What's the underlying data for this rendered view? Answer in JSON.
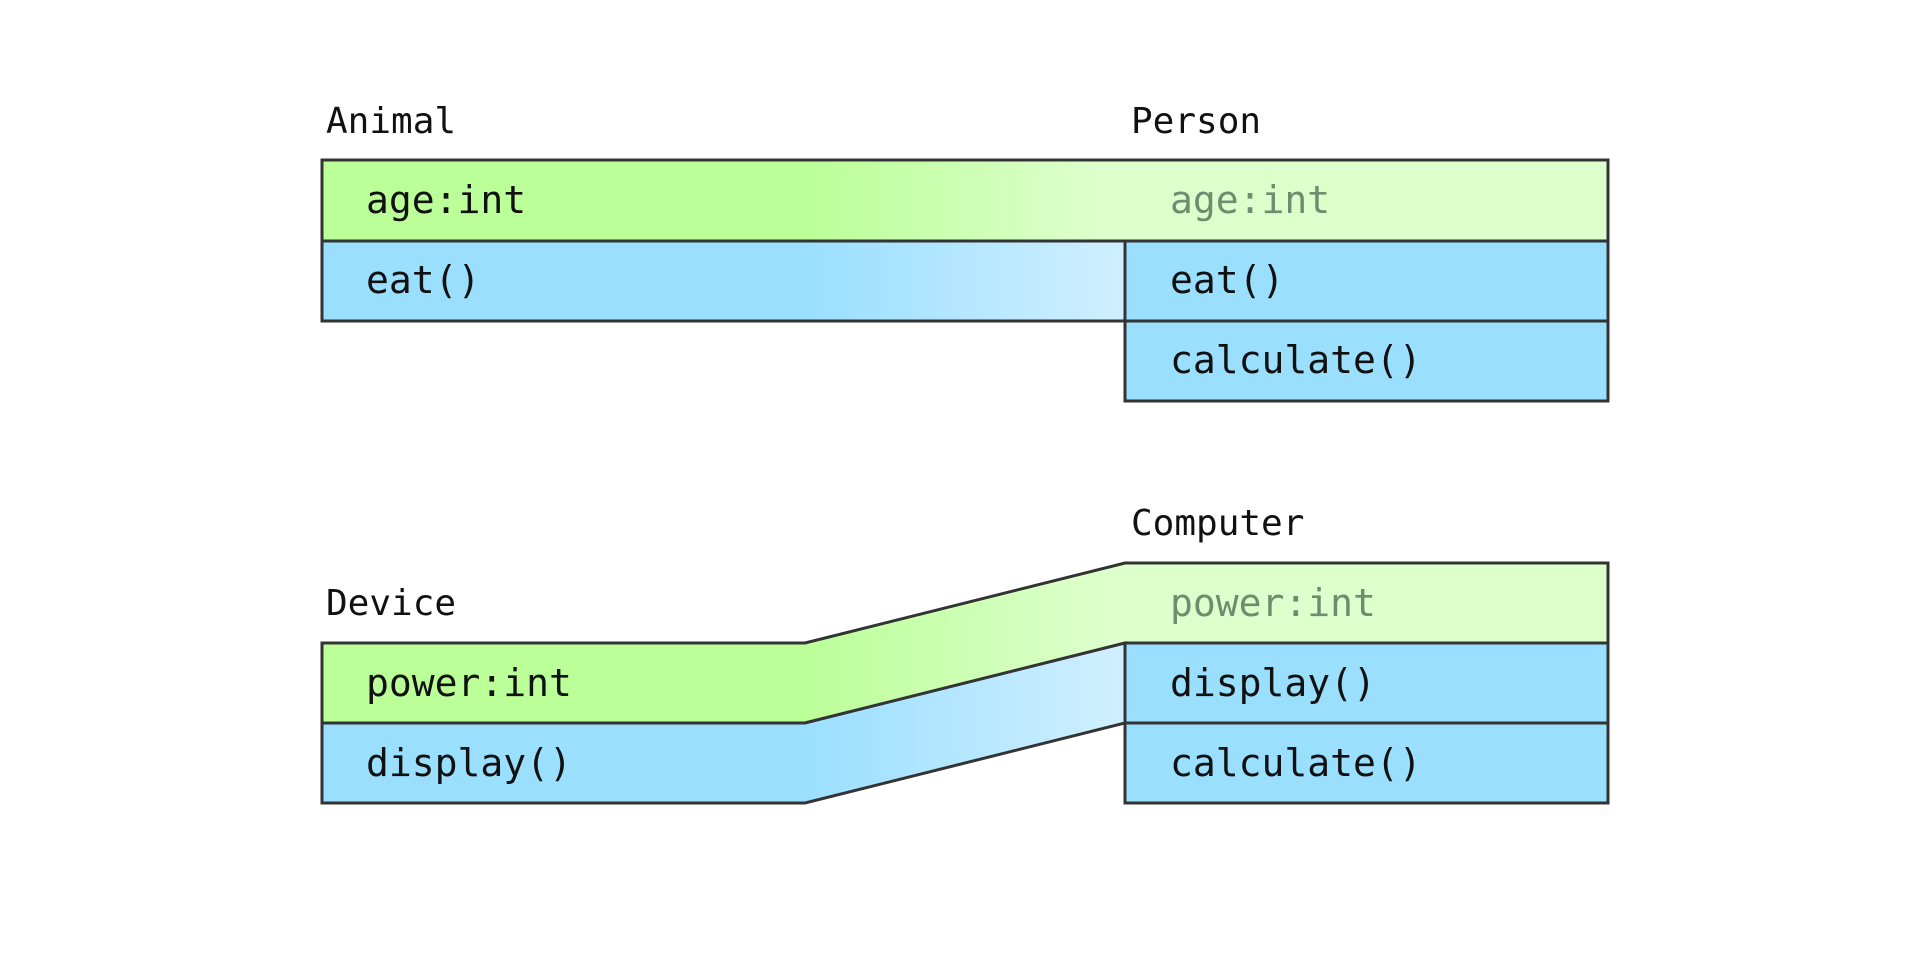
{
  "colors": {
    "field": "#bbff99",
    "field_faded": "#ddffcc",
    "method": "#9bdfff",
    "method_faded": "#d0efff",
    "border": "#333333",
    "inherited_text": "#6e8c6e"
  },
  "top": {
    "parent": {
      "title": "Animal",
      "field": "age:int",
      "method": "eat()"
    },
    "child": {
      "title": "Person",
      "inherited_field": "age:int",
      "method_1": "eat()",
      "method_2": "calculate()"
    }
  },
  "bottom": {
    "parent": {
      "title": "Device",
      "field": "power:int",
      "method": "display()"
    },
    "child": {
      "title": "Computer",
      "inherited_field": "power:int",
      "method_1": "display()",
      "method_2": "calculate()"
    }
  }
}
